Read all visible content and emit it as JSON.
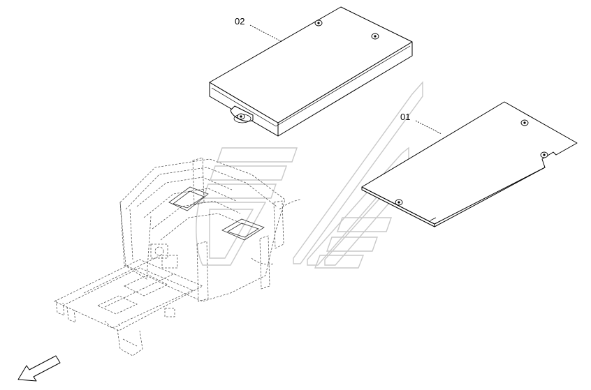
{
  "callouts": [
    {
      "id": "part-01",
      "label": "01"
    },
    {
      "id": "part-02",
      "label": "02"
    }
  ],
  "colors": {
    "line": "#000000",
    "watermark": "#c9c9c9",
    "background": "#ffffff"
  },
  "icons": {
    "direction_arrow": "arrow-down-left-icon",
    "watermark": "watermark-logo-icon"
  }
}
